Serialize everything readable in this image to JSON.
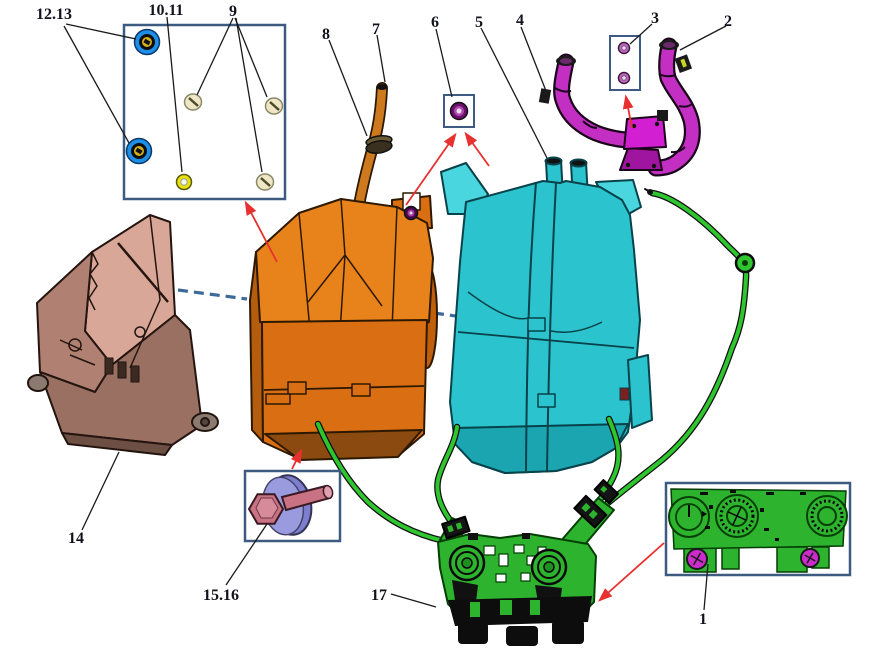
{
  "diagram": {
    "kind": "exploded-parts-diagram",
    "subject": "HVAC heater / evaporator / blower assembly with control cables and control panel"
  },
  "callouts": {
    "c1": {
      "label": "1",
      "target": "control-panel-mounting-screw"
    },
    "c2": {
      "label": "2",
      "target": "heater-hose-right-end"
    },
    "c3": {
      "label": "3",
      "target": "hose-sealing-washers"
    },
    "c4": {
      "label": "4",
      "target": "heater-hose-left-end"
    },
    "c5": {
      "label": "5",
      "target": "heater-unit-core-pipes"
    },
    "c6": {
      "label": "6",
      "target": "mounting-grommet"
    },
    "c7": {
      "label": "7",
      "target": "drain-tube-end"
    },
    "c8": {
      "label": "8",
      "target": "drain-tube-clamp"
    },
    "c9": {
      "label": "9",
      "target": "mounting-screws"
    },
    "c10_11": {
      "label": "10.11",
      "target": "yellow-grommet"
    },
    "c12_13": {
      "label": "12.13",
      "target": "blue-grommets"
    },
    "c14": {
      "label": "14",
      "target": "blower-housing"
    },
    "c15_16": {
      "label": "15.16",
      "target": "bolt-with-washer"
    },
    "c17": {
      "label": "17",
      "target": "mounting-bracket-frame"
    }
  },
  "parts": {
    "hose_assembly": {
      "name": "heater hose assembly",
      "color": "#c32fc3"
    },
    "heater_unit": {
      "name": "heater unit housing",
      "color": "#2bc3cd"
    },
    "evaporator_unit": {
      "name": "evaporator housing",
      "color": "#e07a1a"
    },
    "blower_unit": {
      "name": "blower housing",
      "color": "#a3786a"
    },
    "bracket_frame": {
      "name": "control cable bracket",
      "color": "#2db32d"
    },
    "control_panel": {
      "name": "heater control panel",
      "color": "#2db32d"
    },
    "control_cables": {
      "name": "bowden control cables",
      "color": "#2fc52f"
    },
    "bolt_washer": {
      "name": "bolt and washer",
      "color": "#c97283"
    },
    "blue_grommet": {
      "name": "blue grommet",
      "color": "#1e8fe8"
    },
    "yellow_grommet": {
      "name": "yellow grommet",
      "color": "#e8e20e"
    },
    "screw_cream": {
      "name": "pan head screw",
      "color": "#eee6c4"
    },
    "panel_screw": {
      "name": "panel screw",
      "color": "#cb2dcb"
    },
    "washer_small": {
      "name": "hose washer",
      "color": "#c468c4"
    },
    "grommet_dark": {
      "name": "dark grommet",
      "color": "#6a0f6a"
    }
  },
  "colors": {
    "background": "#ffffff",
    "detail_box_border": "#3d5a80",
    "leader_line": "#1a1a1a",
    "red_arrow": "#e83030",
    "dashed_alignment_line": "#3d6a99"
  }
}
